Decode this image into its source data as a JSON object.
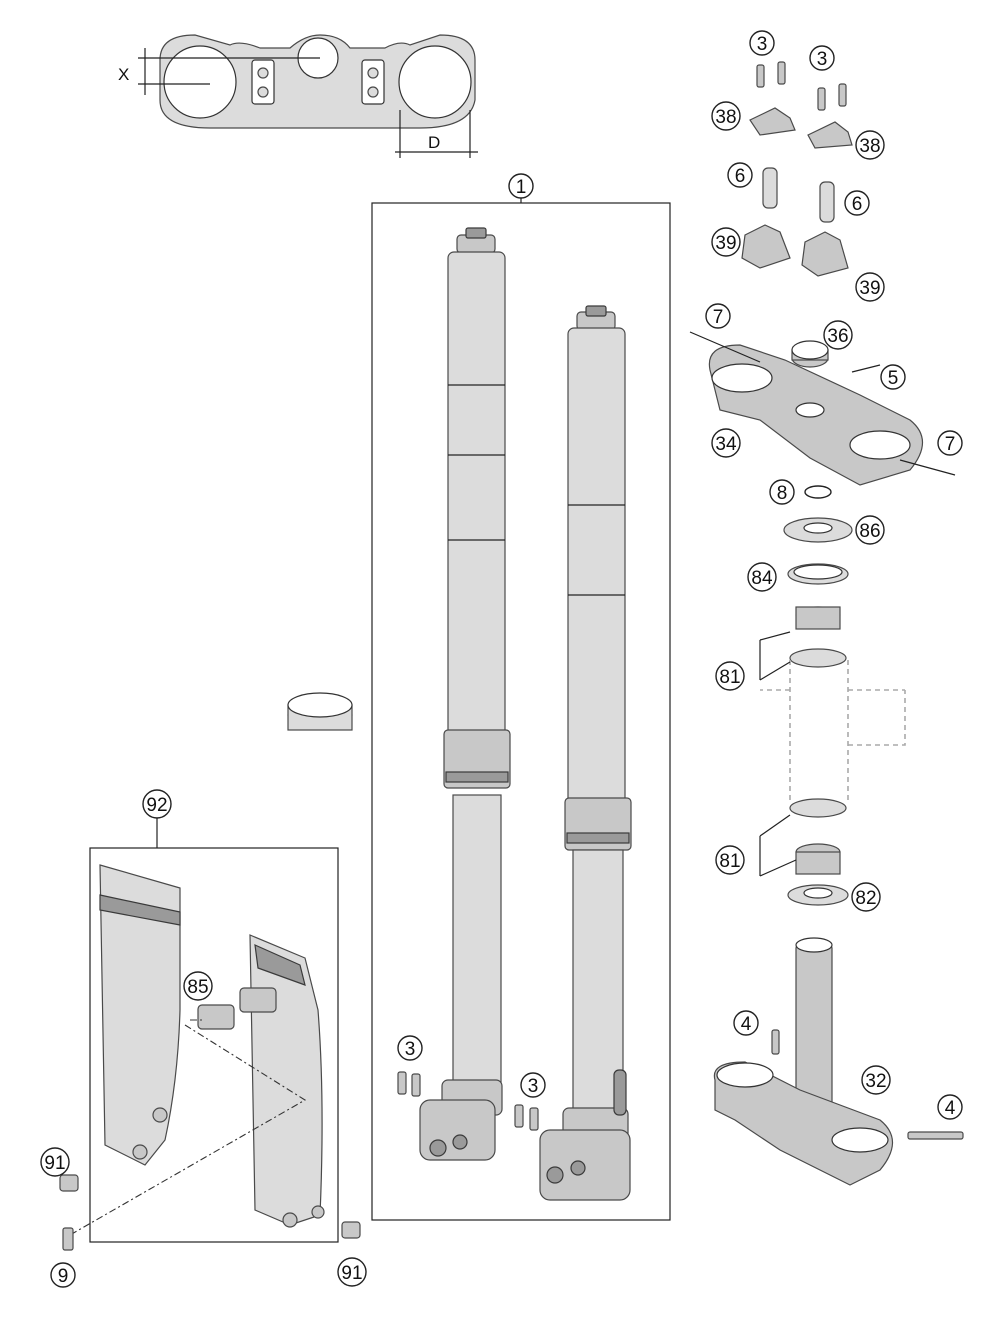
{
  "callouts": {
    "c1": "1",
    "c3a": "3",
    "c3b": "3",
    "c3c": "3",
    "c3d": "3",
    "c38a": "38",
    "c38b": "38",
    "c6a": "6",
    "c6b": "6",
    "c39a": "39",
    "c39b": "39",
    "c7a": "7",
    "c36": "36",
    "c5": "5",
    "c34": "34",
    "c7b": "7",
    "c8": "8",
    "c86": "86",
    "c84": "84",
    "c81a": "81",
    "c81b": "81",
    "c82": "82",
    "c4a": "4",
    "c32": "32",
    "c4b": "4",
    "c92": "92",
    "c85": "85",
    "c91a": "91",
    "c91b": "91",
    "c9": "9"
  },
  "dimensions": {
    "x": "X",
    "d": "D"
  }
}
